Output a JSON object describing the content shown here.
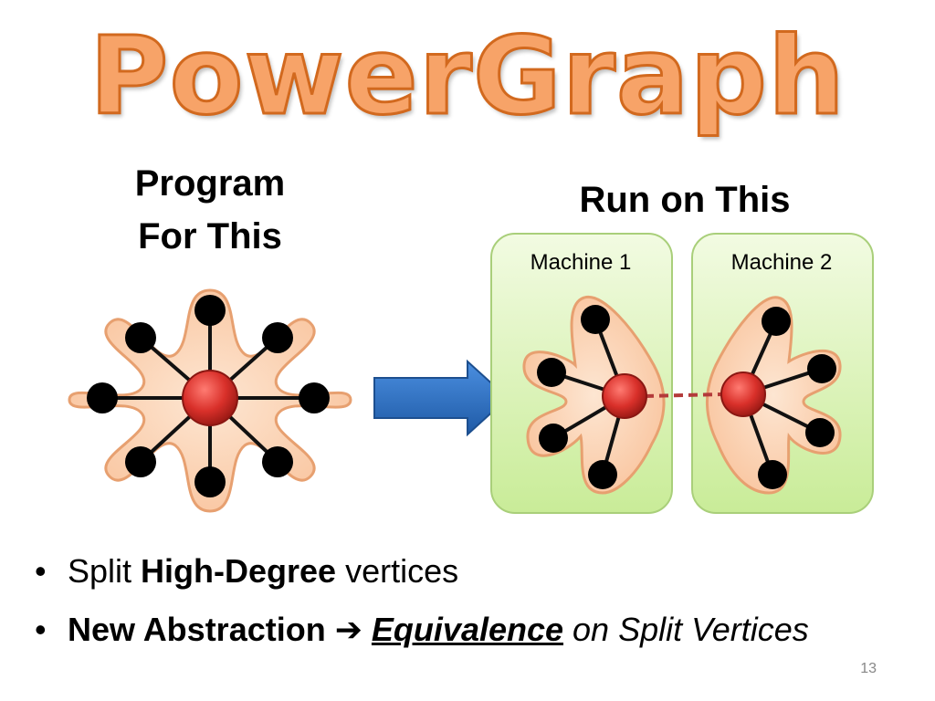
{
  "title": "PowerGraph",
  "left_heading": {
    "line1": "Program",
    "line2": "For This"
  },
  "right_heading": "Run on This",
  "machines": [
    {
      "label": "Machine 1"
    },
    {
      "label": "Machine 2"
    }
  ],
  "bullets": [
    {
      "pre": "Split ",
      "bold": "High-Degree",
      "post": " vertices"
    },
    {
      "bold": "New Abstraction",
      "arrow": "➔",
      "emph": "Equivalence",
      "post": " on Split Vertices"
    }
  ],
  "page_number": "13",
  "colors": {
    "title_fill": "#f7a368",
    "title_stroke": "#d2691e",
    "star_fill": "#fcd2ae",
    "machine_box": "#d4f0a8",
    "center_vertex": "#d9302a",
    "arrow": "#2e6fc0",
    "ghost_edge": "#b33a3a"
  }
}
